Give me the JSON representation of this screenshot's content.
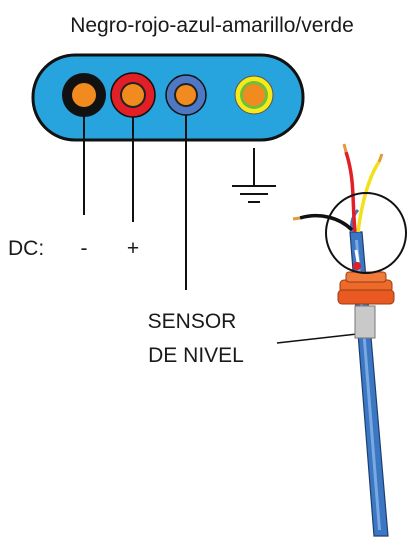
{
  "title": "Negro-rojo-azul-amarillo/verde",
  "dc_label": "DC:",
  "minus_label": "-",
  "plus_label": "+",
  "sensor_line1": "SENSOR",
  "sensor_line2": "DE NIVEL",
  "colors": {
    "plate_fill": "#27a3dd",
    "plate_stroke": "#111111",
    "pin_core": "#f18a1f",
    "terminal_black": "#111111",
    "terminal_red": "#e21e26",
    "terminal_blue": "#4f78c4",
    "terminal_yellow": "#f6ea1a",
    "cable_blue": "#3c77c4",
    "clip_orange": "#ee6a2b"
  },
  "terminals": [
    "black",
    "red",
    "blue",
    "yellow-green"
  ]
}
